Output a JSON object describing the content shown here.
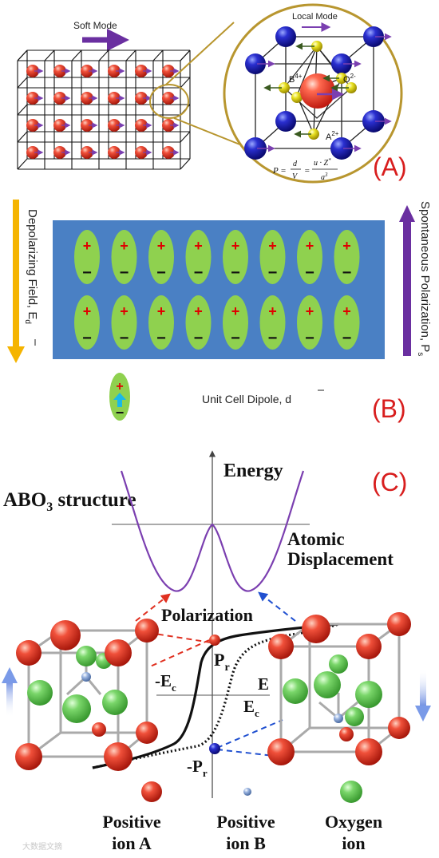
{
  "panel_a": {
    "soft_mode_label": "Soft Mode",
    "local_mode_label": "Local Mode",
    "b_ion": "B",
    "b_charge": "4+",
    "o_ion": "O",
    "o_charge": "2-",
    "a_ion": "A",
    "a_charge": "2+",
    "formula_p": "P =",
    "formula_d": "d",
    "formula_v": "V",
    "formula_eq": "=",
    "formula_num": "u · Z",
    "formula_star": "*",
    "formula_den": "a",
    "formula_exp": "3",
    "panel_label": "(A)"
  },
  "panel_b": {
    "depolarizing_label": "Depolarizing Field, E",
    "depolarizing_sub": "d",
    "spontaneous_label": "Spontaneous Polarization, P",
    "spontaneous_sub": "s",
    "plus": "+",
    "minus": "−",
    "unit_cell_label": "Unit Cell Dipole, d",
    "panel_label": "(B)"
  },
  "panel_c": {
    "energy_label": "Energy",
    "structure_label_main": "ABO",
    "structure_label_sub": "3",
    "structure_label_rest": " structure",
    "atomic_label": "Atomic",
    "displacement_label": "Displacement",
    "polarization_label": "Polarization",
    "pr_label": "P",
    "pr_sub": "r",
    "neg_pr_label": "-P",
    "neg_pr_sub": "r",
    "neg_ec_label": "-E",
    "neg_ec_sub": "c",
    "e_label": "E",
    "ec_label": "E",
    "ec_sub": "c",
    "panel_label": "(C)"
  },
  "legend": {
    "ion_a_line1": "Positive",
    "ion_a_line2": "ion A",
    "ion_b_line1": "Positive",
    "ion_b_line2": "ion B",
    "oxygen_line1": "Oxygen",
    "oxygen_line2": "ion"
  },
  "watermark": "大数据文摘",
  "colors": {
    "purple_arrow": "#6a2fa0",
    "panel_b_bg": "#4a80c4",
    "dipole_green": "#8fd14f",
    "orange_arrow": "#f5b400",
    "panel_label_red": "#d81e1e",
    "curve_purple": "#7b3fb0",
    "gold_line": "#b8962f",
    "ion_red": "#e8402c",
    "ion_green": "#6ccc5a",
    "ion_blue_small": "#7fa2d8"
  }
}
